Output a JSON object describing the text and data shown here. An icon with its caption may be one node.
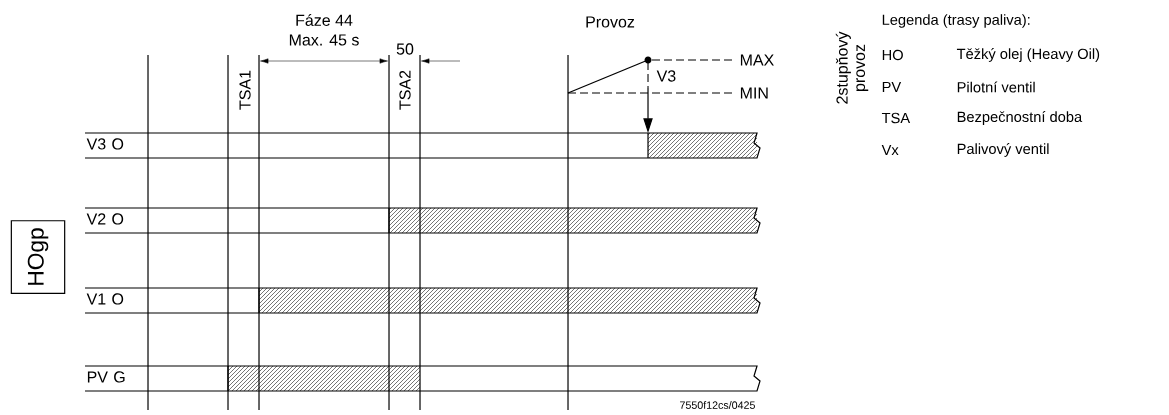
{
  "diagram": {
    "nodes": [
      {
        "text": [
          "HOgp"
        ]
      },
      {
        "text": [
          "V3 O"
        ]
      },
      {
        "text": [
          "V2 O"
        ]
      },
      {
        "text": [
          "V1 O"
        ]
      },
      {
        "text": [
          "PV G"
        ]
      }
    ],
    "edges": [
      {
        "from": null,
        "to": 1,
        "arrow": "to"
      }
    ],
    "labels": [
      "Fáze 44",
      "Max. 45 s",
      "50",
      "TSA1",
      "TSA2",
      "Provoz",
      "MAX",
      "V3",
      "MIN",
      "2stupňový provoz",
      "Legenda (trasy paliva):",
      "HO",
      "Těžký olej (Heavy Oil)",
      "PV",
      "Pilotní ventil",
      "TSA",
      "Bezpečnostní doba",
      "Vx",
      "Palivový ventil",
      "7550f12cs/0425"
    ]
  }
}
